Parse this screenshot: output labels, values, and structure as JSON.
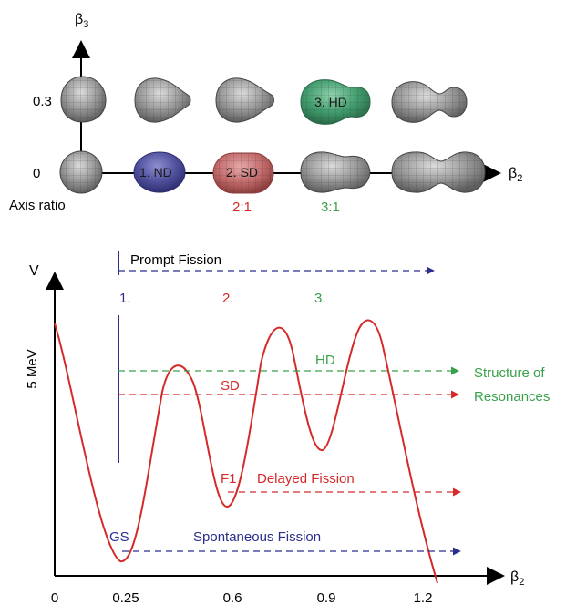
{
  "colors": {
    "axis": "#000000",
    "curve": "#d42a2a",
    "blue": "#2b2e8c",
    "red": "#d42a2a",
    "green": "#3aa04a",
    "sphere_gray": "#8e8e8e",
    "nd_fill": "#4e4f9c",
    "sd_fill": "#c36a6a",
    "hd_fill": "#3f9a6b"
  },
  "top": {
    "y_axis_label": "β",
    "y_axis_sub": "3",
    "x_axis_label": "β",
    "x_axis_sub": "2",
    "row_labels": {
      "r03": "0.3",
      "r0": "0"
    },
    "axis_ratio_label": "Axis ratio",
    "shape_labels": {
      "nd": "1. ND",
      "sd": "2. SD",
      "hd": "3. HD"
    },
    "ratio_labels": {
      "r21": "2:1",
      "r31": "3:1"
    }
  },
  "bottom": {
    "y_axis_label": "V",
    "y_axis_scale": "5 MeV",
    "x_axis_label": "β",
    "x_axis_sub": "2",
    "x_ticks": [
      "0",
      "0.25",
      "0.6",
      "0.9",
      "1.2"
    ],
    "minima_labels": {
      "m1": "1.",
      "m2": "2.",
      "m3": "3."
    },
    "prompt_fission": "Prompt Fission",
    "hd": "HD",
    "sd": "SD",
    "structure_line1": "Structure of",
    "structure_line2": "Resonances",
    "f1": "F1",
    "delayed_fission": "Delayed Fission",
    "gs": "GS",
    "spontaneous_fission": "Spontaneous Fission"
  }
}
